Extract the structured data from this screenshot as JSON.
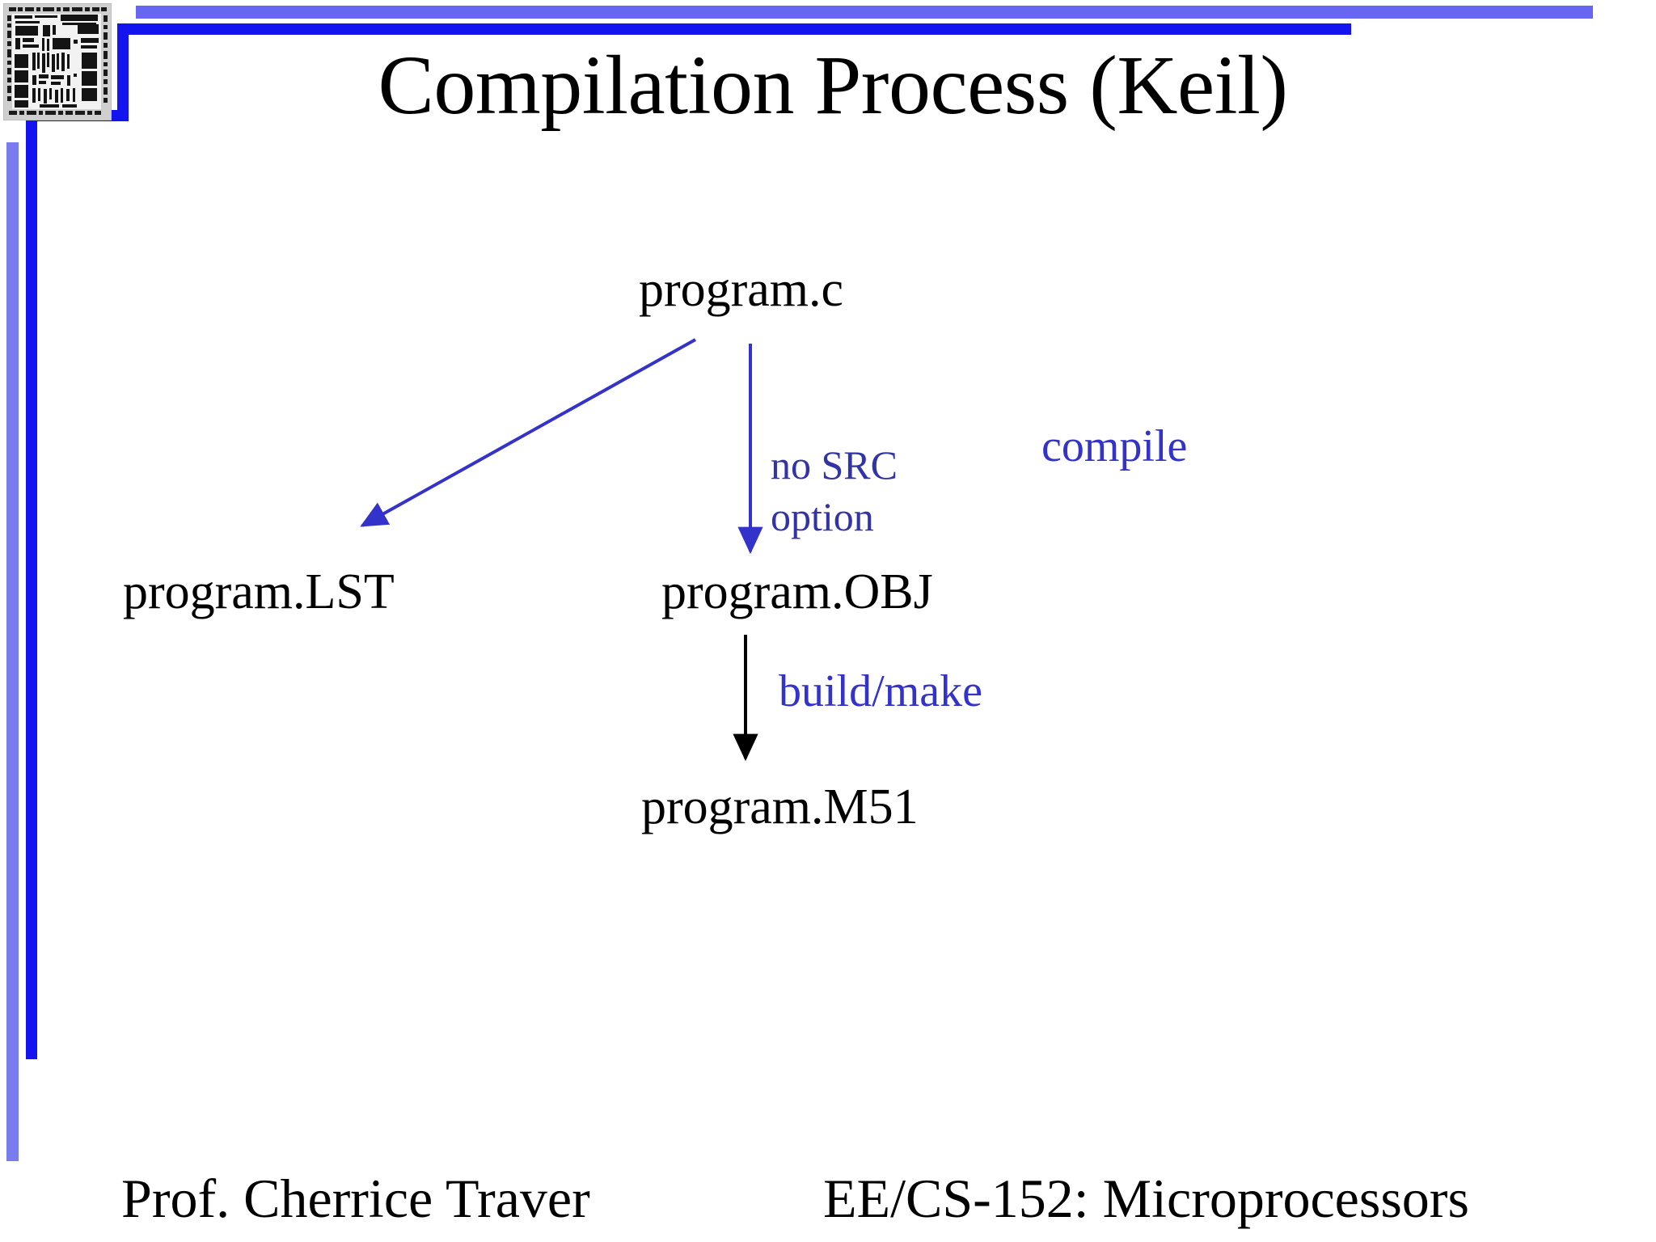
{
  "slide": {
    "title": "Compilation Process (Keil)",
    "background_color": "#ffffff",
    "accent_color_light": "#6666f2",
    "accent_color_dark": "#1414f0",
    "label_color": "#3333cc"
  },
  "decor": {
    "chip_image_name": "cpu-die-micrograph"
  },
  "diagram": {
    "nodes": [
      {
        "id": "program-c",
        "label": "program.c"
      },
      {
        "id": "program-lst",
        "label": "program.LST"
      },
      {
        "id": "program-obj",
        "label": "program.OBJ"
      },
      {
        "id": "program-m51",
        "label": "program.M51"
      }
    ],
    "edges": [
      {
        "id": "c-to-lst",
        "from": "program.c",
        "to": "program.LST",
        "label": "",
        "color": "#3333cc",
        "style": "diagonal-arrow"
      },
      {
        "id": "c-to-obj",
        "from": "program.c",
        "to": "program.OBJ",
        "label_line1": "no SRC",
        "label_line2": "option",
        "color": "#3333cc",
        "style": "vertical-arrow"
      },
      {
        "id": "obj-to-m51",
        "from": "program.OBJ",
        "to": "program.M51",
        "label": "build/make",
        "color": "#000000",
        "style": "vertical-arrow"
      }
    ],
    "annotations": [
      {
        "id": "compile",
        "text": "compile",
        "color": "#3333cc"
      }
    ],
    "label_no_src_line1": "no SRC",
    "label_no_src_line2": "option",
    "label_compile": "compile",
    "label_build_make": "build/make"
  },
  "footer": {
    "left": "Prof. Cherrice Traver",
    "right": "EE/CS-152: Microprocessors"
  }
}
